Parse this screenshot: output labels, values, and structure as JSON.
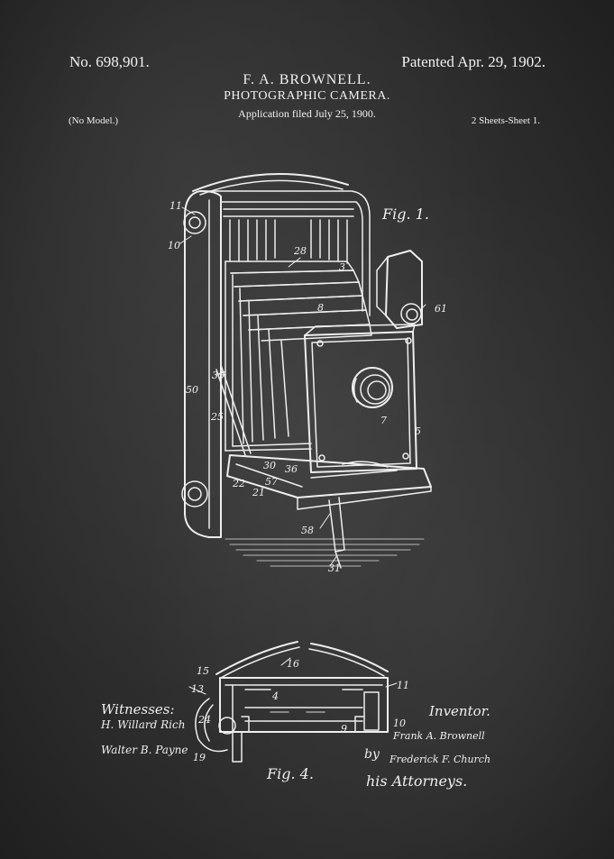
{
  "patent": {
    "number": "No. 698,901.",
    "patented": "Patented Apr. 29, 1902.",
    "inventor": "F. A. BROWNELL.",
    "title": "PHOTOGRAPHIC CAMERA.",
    "application": "Application filed July 25, 1900.",
    "model": "(No Model.)",
    "sheets": "2 Sheets-Sheet 1."
  },
  "figures": {
    "fig1": "Fig. 1.",
    "fig4": "Fig. 4."
  },
  "ref_numerals_fig1": [
    "11",
    "10",
    "28",
    "3",
    "8",
    "61",
    "35",
    "50",
    "7",
    "25",
    "5",
    "30",
    "22",
    "21",
    "57",
    "36",
    "58",
    "31"
  ],
  "ref_numerals_fig4": [
    "16",
    "15",
    "13",
    "4",
    "11",
    "24",
    "9",
    "10",
    "19"
  ],
  "signatures": {
    "witnesses_label": "Witnesses:",
    "witness_1": "H. Willard Rich",
    "witness_2": "Walter B. Payne",
    "inventor_label": "Inventor.",
    "inventor_signature": "Frank A. Brownell",
    "by_label": "by",
    "attorney_signature": "Frederick F. Church",
    "attorneys_label": "his Attorneys."
  },
  "colors": {
    "chalkboard": "#2d2d2d",
    "chalk": "#f0f0f0"
  }
}
